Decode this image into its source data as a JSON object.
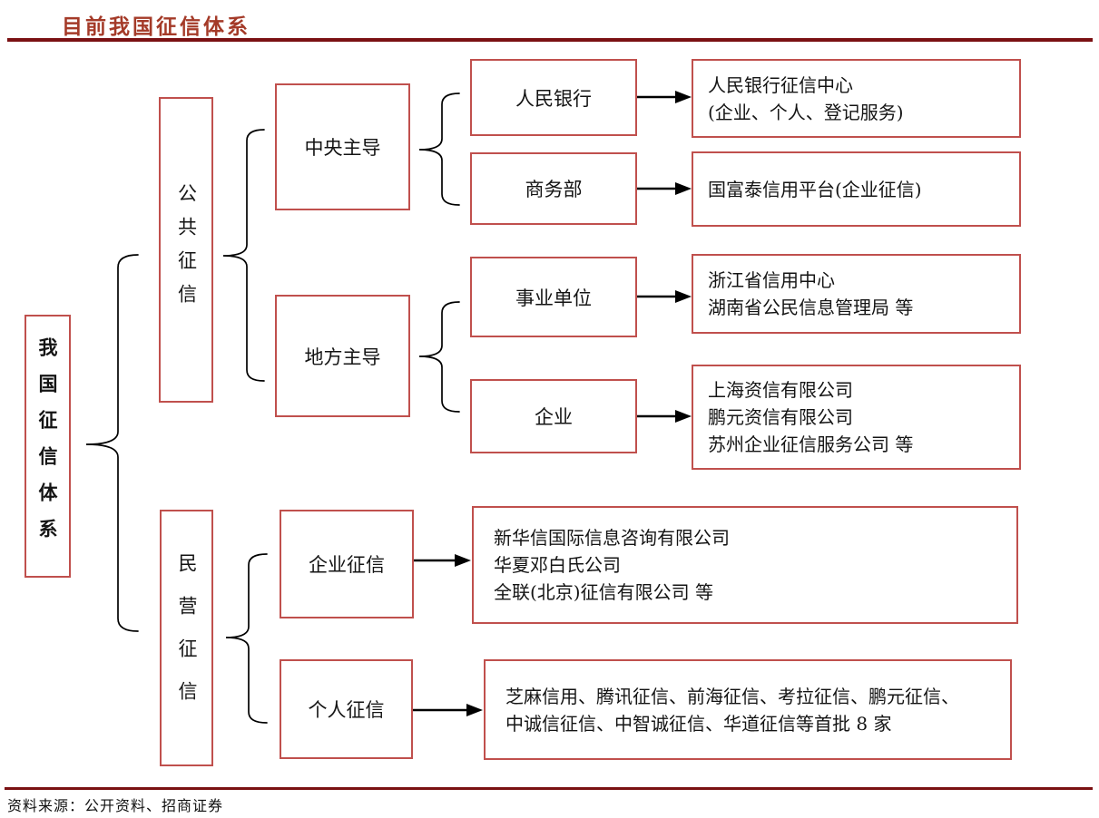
{
  "title": "目前我国征信体系",
  "footer": {
    "source": "资料来源：公开资料、招商证券"
  },
  "colors": {
    "box_border": "#C0504D",
    "title_text": "#A43A28",
    "rule": "#7A1113",
    "text": "#141414",
    "connector": "#000000"
  },
  "tree": {
    "root": {
      "label": "我国征信体系"
    },
    "branches": [
      {
        "label": "公共征信"
      },
      {
        "label": "民营征信"
      }
    ],
    "groups": [
      {
        "label": "中央主导"
      },
      {
        "label": "地方主导"
      },
      {
        "label": "企业征信"
      },
      {
        "label": "个人征信"
      }
    ],
    "agencies": [
      {
        "label": "人民银行"
      },
      {
        "label": "商务部"
      },
      {
        "label": "事业单位"
      },
      {
        "label": "企业"
      }
    ],
    "leaves": [
      {
        "lines": [
          "人民银行征信中心",
          "(企业、个人、登记服务)"
        ]
      },
      {
        "lines": [
          "国富泰信用平台(企业征信)"
        ]
      },
      {
        "lines": [
          "浙江省信用中心",
          "湖南省公民信息管理局 等"
        ]
      },
      {
        "lines": [
          "上海资信有限公司",
          "鹏元资信有限公司",
          "苏州企业征信服务公司 等"
        ]
      },
      {
        "lines": [
          "新华信国际信息咨询有限公司",
          "华夏邓白氏公司",
          "全联(北京)征信有限公司 等"
        ]
      },
      {
        "lines": [
          "芝麻信用、腾讯征信、前海征信、考拉征信、鹏元征信、",
          "中诚信征信、中智诚征信、华道征信等首批 8 家"
        ]
      }
    ]
  }
}
